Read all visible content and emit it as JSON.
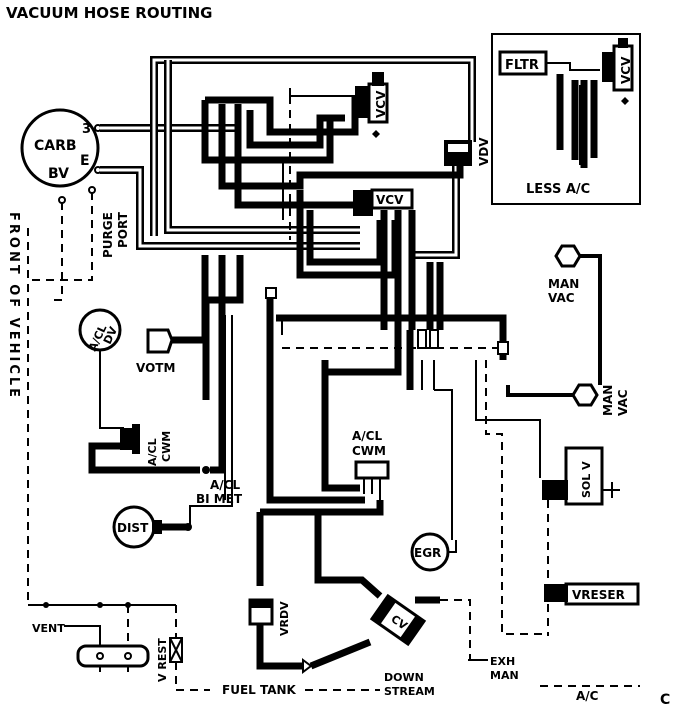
{
  "title": "VACUUM HOSE ROUTING",
  "corner_mark": "C",
  "inset_title": "LESS A/C",
  "labels": {
    "carb": "CARB",
    "bv": "BV",
    "port3": "3",
    "portE": "E",
    "purge": "PURGE",
    "port": "PORT",
    "fltr": "FLTR",
    "vcv_inset": "VCV",
    "vcv_top": "VCV",
    "vcv_mid": "VCV",
    "vdv": "VDV",
    "man_vac_top_1": "MAN",
    "man_vac_top_2": "VAC",
    "man_vac_right_1": "MAN",
    "man_vac_right_2": "VAC",
    "front_of_vehicle": "FRONT OF VEHICLE",
    "acl_dv_1": "A/CL",
    "acl_dv_2": "DV",
    "votm": "VOTM",
    "acl_cwm_left_1": "A/CL",
    "acl_cwm_left_2": "CWM",
    "acl_bimet_1": "A/CL",
    "acl_bimet_2": "BI MET",
    "dist": "DIST",
    "acl_cwm_mid_1": "A/CL",
    "acl_cwm_mid_2": "CWM",
    "egr": "EGR",
    "sol_v": "SOL V",
    "vreser": "VRESER",
    "vrdv": "VRDV",
    "cv": "CV",
    "vent": "VENT",
    "v_rest": "V REST",
    "fuel_tank": "FUEL TANK",
    "down": "DOWN",
    "stream": "STREAM",
    "exh": "EXH",
    "man": "MAN",
    "ac": "A/C"
  }
}
